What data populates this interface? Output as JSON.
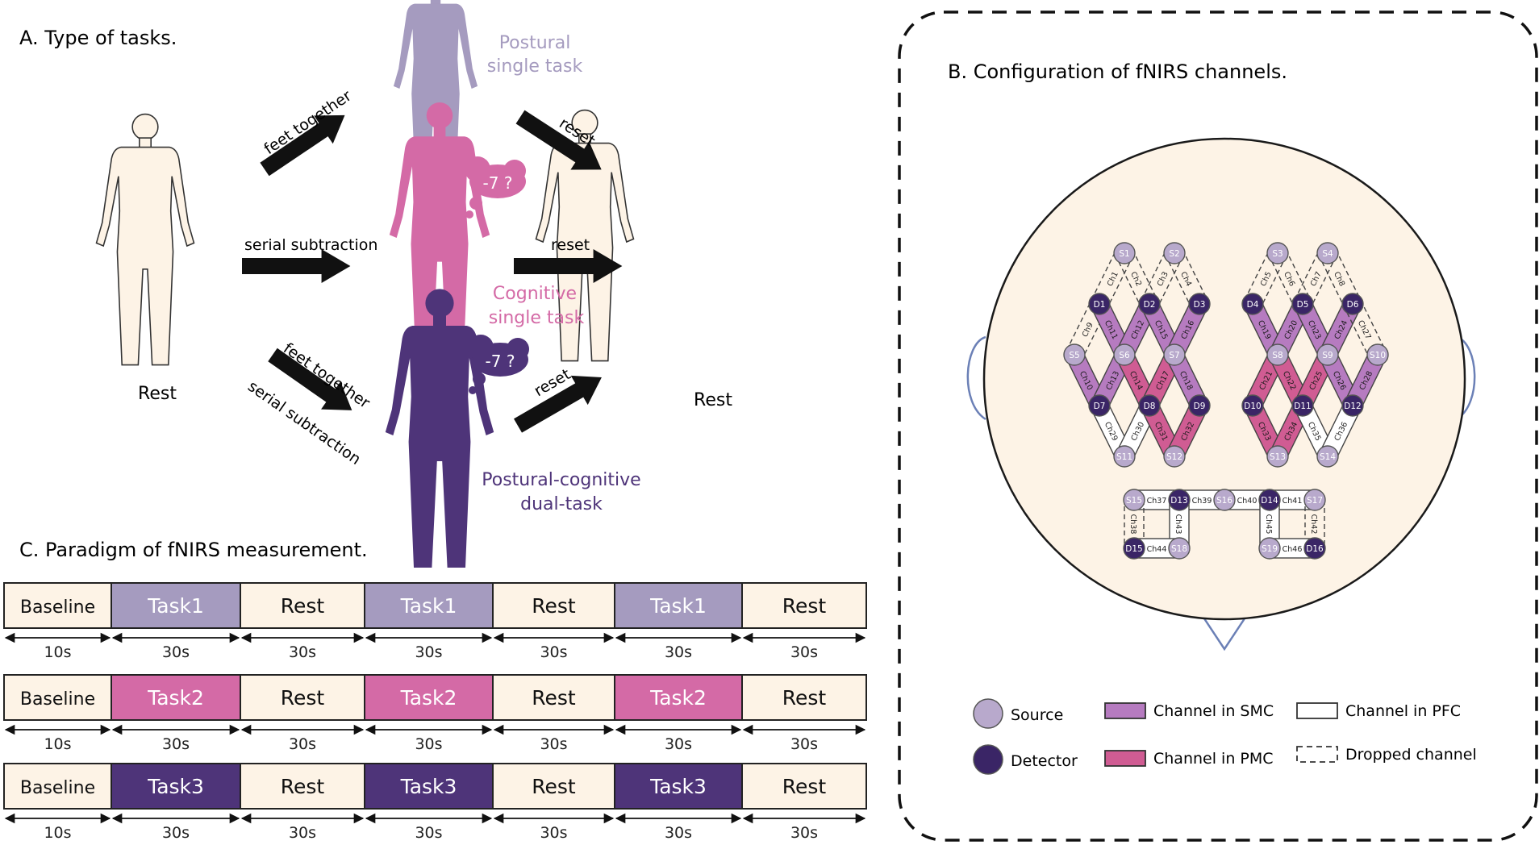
{
  "panel_a": {
    "title": "A. Type of tasks.",
    "rest_left": "Rest",
    "rest_right": "Rest",
    "postural": [
      "Postural",
      "single task"
    ],
    "cognitive": [
      "Cognitive",
      "single task"
    ],
    "dual": [
      "Postural-cognitive",
      "dual-task"
    ],
    "thought": "-7 ?",
    "arrow_feet_together": "feet together",
    "arrow_serial_subtraction": "serial subtraction",
    "arrow_reset": "reset"
  },
  "panel_b": {
    "title": "B. Configuration of fNIRS channels.",
    "legend": {
      "source": "Source",
      "detector": "Detector",
      "smc": "Channel in SMC",
      "pmc": "Channel  in PMC",
      "pfc": "Channel in PFC",
      "dropped": "Dropped channel"
    },
    "optodes": [
      {
        "id": "S1",
        "type": "S"
      },
      {
        "id": "S2",
        "type": "S"
      },
      {
        "id": "S3",
        "type": "S"
      },
      {
        "id": "S4",
        "type": "S"
      },
      {
        "id": "D1",
        "type": "D"
      },
      {
        "id": "D2",
        "type": "D"
      },
      {
        "id": "D3",
        "type": "D"
      },
      {
        "id": "D4",
        "type": "D"
      },
      {
        "id": "D5",
        "type": "D"
      },
      {
        "id": "D6",
        "type": "D"
      },
      {
        "id": "S5",
        "type": "S"
      },
      {
        "id": "S6",
        "type": "S"
      },
      {
        "id": "S7",
        "type": "S"
      },
      {
        "id": "S8",
        "type": "S"
      },
      {
        "id": "S9",
        "type": "S"
      },
      {
        "id": "S10",
        "type": "S"
      },
      {
        "id": "D7",
        "type": "D"
      },
      {
        "id": "D8",
        "type": "D"
      },
      {
        "id": "D9",
        "type": "D"
      },
      {
        "id": "D10",
        "type": "D"
      },
      {
        "id": "D11",
        "type": "D"
      },
      {
        "id": "D12",
        "type": "D"
      },
      {
        "id": "S11",
        "type": "S"
      },
      {
        "id": "S12",
        "type": "S"
      },
      {
        "id": "S13",
        "type": "S"
      },
      {
        "id": "S14",
        "type": "S"
      },
      {
        "id": "S15",
        "type": "S"
      },
      {
        "id": "D13",
        "type": "D"
      },
      {
        "id": "S16",
        "type": "S"
      },
      {
        "id": "D14",
        "type": "D"
      },
      {
        "id": "S17",
        "type": "S"
      },
      {
        "id": "D15",
        "type": "D"
      },
      {
        "id": "S18",
        "type": "S"
      },
      {
        "id": "S19",
        "type": "S"
      },
      {
        "id": "D16",
        "type": "D"
      }
    ],
    "channels": [
      {
        "name": "Ch1",
        "a": "S1",
        "b": "D1",
        "region": "dropped"
      },
      {
        "name": "Ch2",
        "a": "S1",
        "b": "D2",
        "region": "dropped"
      },
      {
        "name": "Ch3",
        "a": "S2",
        "b": "D2",
        "region": "dropped"
      },
      {
        "name": "Ch4",
        "a": "S2",
        "b": "D3",
        "region": "dropped"
      },
      {
        "name": "Ch5",
        "a": "S3",
        "b": "D4",
        "region": "dropped"
      },
      {
        "name": "Ch6",
        "a": "S3",
        "b": "D5",
        "region": "dropped"
      },
      {
        "name": "Ch7",
        "a": "S4",
        "b": "D5",
        "region": "dropped"
      },
      {
        "name": "Ch8",
        "a": "S4",
        "b": "D6",
        "region": "dropped"
      },
      {
        "name": "Ch9",
        "a": "D1",
        "b": "S5",
        "region": "dropped"
      },
      {
        "name": "Ch11",
        "a": "D1",
        "b": "S6",
        "region": "smc"
      },
      {
        "name": "Ch12",
        "a": "D2",
        "b": "S6",
        "region": "smc"
      },
      {
        "name": "Ch15",
        "a": "D2",
        "b": "S7",
        "region": "smc"
      },
      {
        "name": "Ch16",
        "a": "D3",
        "b": "S7",
        "region": "smc"
      },
      {
        "name": "Ch19",
        "a": "D4",
        "b": "S8",
        "region": "smc"
      },
      {
        "name": "Ch20",
        "a": "D5",
        "b": "S8",
        "region": "smc"
      },
      {
        "name": "Ch23",
        "a": "D5",
        "b": "S9",
        "region": "smc"
      },
      {
        "name": "Ch24",
        "a": "D6",
        "b": "S9",
        "region": "smc"
      },
      {
        "name": "Ch27",
        "a": "D6",
        "b": "S10",
        "region": "dropped"
      },
      {
        "name": "Ch10",
        "a": "S5",
        "b": "D7",
        "region": "smc"
      },
      {
        "name": "Ch13",
        "a": "S6",
        "b": "D7",
        "region": "smc"
      },
      {
        "name": "Ch14",
        "a": "S6",
        "b": "D8",
        "region": "pmc"
      },
      {
        "name": "Ch17",
        "a": "S7",
        "b": "D8",
        "region": "pmc"
      },
      {
        "name": "Ch18",
        "a": "S7",
        "b": "D9",
        "region": "smc"
      },
      {
        "name": "Ch21",
        "a": "S8",
        "b": "D10",
        "region": "pmc"
      },
      {
        "name": "Ch22",
        "a": "S8",
        "b": "D11",
        "region": "pmc"
      },
      {
        "name": "Ch25",
        "a": "S9",
        "b": "D11",
        "region": "pmc"
      },
      {
        "name": "Ch26",
        "a": "S9",
        "b": "D12",
        "region": "smc"
      },
      {
        "name": "Ch28",
        "a": "S10",
        "b": "D12",
        "region": "smc"
      },
      {
        "name": "Ch29",
        "a": "D7",
        "b": "S11",
        "region": "pfc"
      },
      {
        "name": "Ch30",
        "a": "D8",
        "b": "S11",
        "region": "pfc"
      },
      {
        "name": "Ch31",
        "a": "D8",
        "b": "S12",
        "region": "pmc"
      },
      {
        "name": "Ch32",
        "a": "D9",
        "b": "S12",
        "region": "pmc"
      },
      {
        "name": "Ch33",
        "a": "D10",
        "b": "S13",
        "region": "pmc"
      },
      {
        "name": "Ch34",
        "a": "D11",
        "b": "S13",
        "region": "pmc"
      },
      {
        "name": "Ch35",
        "a": "D11",
        "b": "S14",
        "region": "pfc"
      },
      {
        "name": "Ch36",
        "a": "D12",
        "b": "S14",
        "region": "pfc"
      },
      {
        "name": "Ch37",
        "a": "S15",
        "b": "D13",
        "region": "pfc"
      },
      {
        "name": "Ch39",
        "a": "D13",
        "b": "S16",
        "region": "pfc"
      },
      {
        "name": "Ch40",
        "a": "S16",
        "b": "D14",
        "region": "pfc"
      },
      {
        "name": "Ch41",
        "a": "D14",
        "b": "S17",
        "region": "pfc"
      },
      {
        "name": "Ch38",
        "a": "S15",
        "b": "D15",
        "region": "dropped"
      },
      {
        "name": "Ch43",
        "a": "D13",
        "b": "S18",
        "region": "pfc"
      },
      {
        "name": "Ch45",
        "a": "D14",
        "b": "S19",
        "region": "pfc"
      },
      {
        "name": "Ch42",
        "a": "S17",
        "b": "D16",
        "region": "dropped"
      },
      {
        "name": "Ch44",
        "a": "D15",
        "b": "S18",
        "region": "pfc"
      },
      {
        "name": "Ch46",
        "a": "S19",
        "b": "D16",
        "region": "pfc"
      }
    ]
  },
  "panel_c": {
    "title": "C. Paradigm of fNIRS measurement.",
    "rows": [
      {
        "labels": [
          "Baseline",
          "Task1",
          "Rest",
          "Task1",
          "Rest",
          "Task1",
          "Rest"
        ],
        "task_color": "#A59BBF"
      },
      {
        "labels": [
          "Baseline",
          "Task2",
          "Rest",
          "Task2",
          "Rest",
          "Task2",
          "Rest"
        ],
        "task_color": "#D46AA6"
      },
      {
        "labels": [
          "Baseline",
          "Task3",
          "Rest",
          "Task3",
          "Rest",
          "Task3",
          "Rest"
        ],
        "task_color": "#4E3479"
      }
    ],
    "durations": [
      "10s",
      "30s",
      "30s",
      "30s",
      "30s",
      "30s",
      "30s"
    ]
  },
  "colors": {
    "postural": "#A59BBF",
    "cognitive": "#D46AA6",
    "dual": "#4E3479",
    "skin": "#FDF3E6",
    "source": "#B8A9CC",
    "detector": "#3A2566",
    "smc": "#B67BC0",
    "pmc": "#D05C93"
  }
}
